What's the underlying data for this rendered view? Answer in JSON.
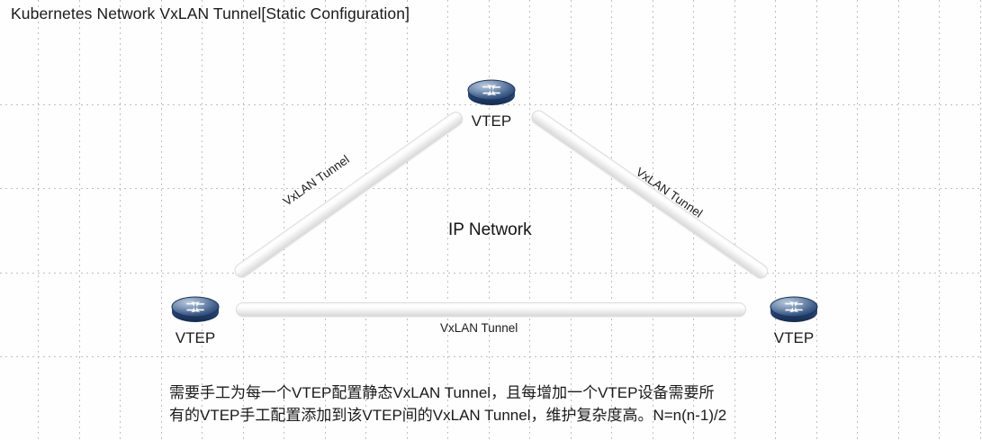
{
  "title": "Kubernetes Network VxLAN Tunnel[Static Configuration]",
  "center_label": "IP Network",
  "nodes": [
    {
      "name": "vtep-top",
      "label": "VTEP",
      "icon": "router-icon"
    },
    {
      "name": "vtep-bottom-left",
      "label": "VTEP",
      "icon": "router-icon"
    },
    {
      "name": "vtep-bottom-right",
      "label": "VTEP",
      "icon": "router-icon"
    }
  ],
  "tunnels": [
    {
      "name": "tunnel-left",
      "label": "VxLAN Tunnel"
    },
    {
      "name": "tunnel-right",
      "label": "VxLAN Tunnel"
    },
    {
      "name": "tunnel-bottom",
      "label": "VxLAN Tunnel"
    }
  ],
  "caption": {
    "line1": "需要手工为每一个VTEP配置静态VxLAN Tunnel，且每增加一个VTEP设备需要所",
    "line2": "有的VTEP手工配置添加到该VTEP间的VxLAN Tunnel，维护复杂度高。N=n(n-1)/2"
  },
  "colors": {
    "background": "#fefefe",
    "grid": "#bfbfbf",
    "text": "#1a1a1a",
    "router_body_dark": "#1d3461",
    "router_top_light": "#8fa7c4",
    "tunnel_fill": "#f2f2f2"
  }
}
